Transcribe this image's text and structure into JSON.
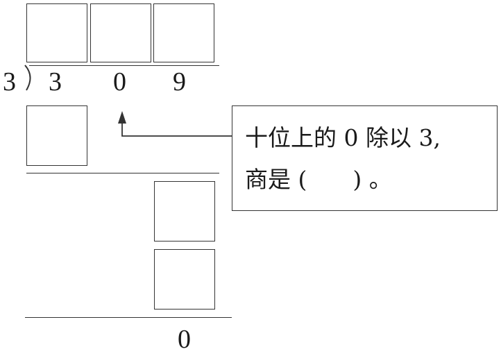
{
  "division": {
    "divisor": "3",
    "dividend_digits": [
      "3",
      "0",
      "9"
    ],
    "final_remainder": "0"
  },
  "callout": {
    "line1": "十位上的 0 除以 3,",
    "line2": "商是 (　　) 。"
  }
}
